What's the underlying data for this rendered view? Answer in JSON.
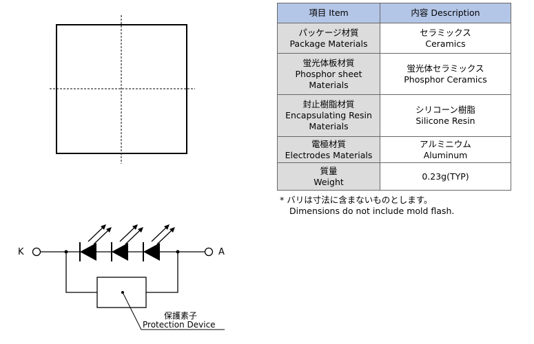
{
  "table": {
    "headers": {
      "item": "項目 Item",
      "description": "内容 Description"
    },
    "rows": [
      {
        "item_ja": "パッケージ材質",
        "item_en": "Package Materials",
        "desc_ja": "セラミックス",
        "desc_en": "Ceramics"
      },
      {
        "item_ja": "蛍光体板材質",
        "item_en": "Phosphor sheet Materials",
        "desc_ja": "蛍光体セラミックス",
        "desc_en": "Phosphor Ceramics"
      },
      {
        "item_ja": "封止樹脂材質",
        "item_en": "Encapsulating Resin Materials",
        "desc_ja": "シリコーン樹脂",
        "desc_en": "Silicone Resin"
      },
      {
        "item_ja": "電極材質",
        "item_en": "Electrodes Materials",
        "desc_ja": "アルミニウム",
        "desc_en": "Aluminum"
      },
      {
        "item_ja": "質量",
        "item_en": "Weight",
        "desc_ja": "",
        "desc_en": "0.23g(TYP)"
      }
    ]
  },
  "note": {
    "ja": "* バリは寸法に含まないものとします。",
    "en": "Dimensions do not include mold flash."
  },
  "circuit": {
    "cathode_label": "K",
    "anode_label": "A",
    "protection_label_ja": "保護素子",
    "protection_label_en": "Protection Device"
  }
}
